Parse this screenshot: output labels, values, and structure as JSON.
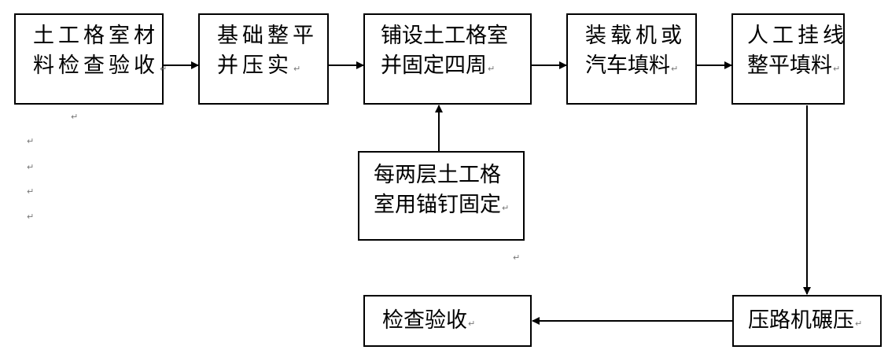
{
  "diagram": {
    "return_mark": "↵",
    "boxes": {
      "material_check": {
        "line1": "土工格室材",
        "line2": "料检查验收"
      },
      "foundation": {
        "line1": "基础整平",
        "line2": "并压实"
      },
      "lay_geocell": {
        "line1": "铺设土工格室",
        "line2": "并固定四周"
      },
      "anchor": {
        "line1": "每两层土工格",
        "line2": "室用锚钉固定"
      },
      "loader_fill": {
        "line1": "装载机或",
        "line2": "汽车填料"
      },
      "manual_level": {
        "line1": "人工挂线",
        "line2": "整平填料"
      },
      "roller": {
        "line1": "压路机碾压"
      },
      "final_check": {
        "line1": "检查验收"
      }
    }
  }
}
